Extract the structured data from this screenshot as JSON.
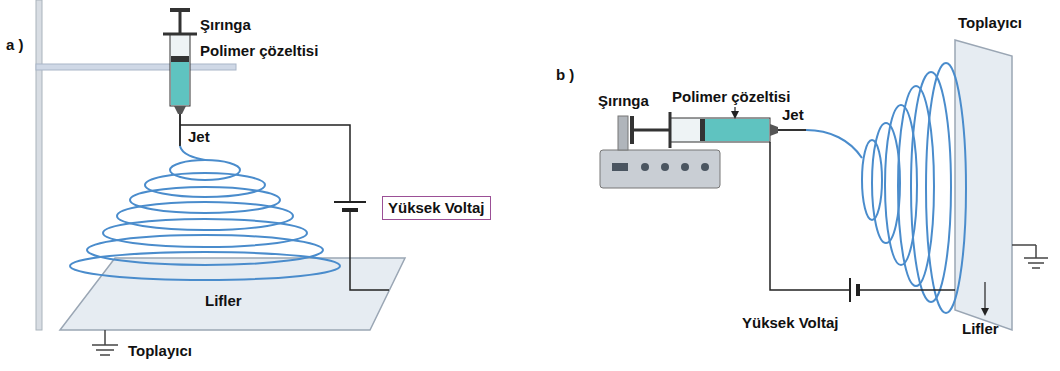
{
  "diagram": {
    "nodes": [
      {
        "text": [
          "Yüksek Voltaj"
        ]
      }
    ],
    "labels": [
      "a )",
      "Şırınga",
      "Polimer çözeltisi",
      "Jet",
      "Lifler",
      "Toplayıcı",
      "b )",
      "Toplayıcı",
      "Şırınga",
      "Polimer çözeltisi",
      "Jet",
      "Yüksek Voltaj",
      "Lifler"
    ]
  }
}
